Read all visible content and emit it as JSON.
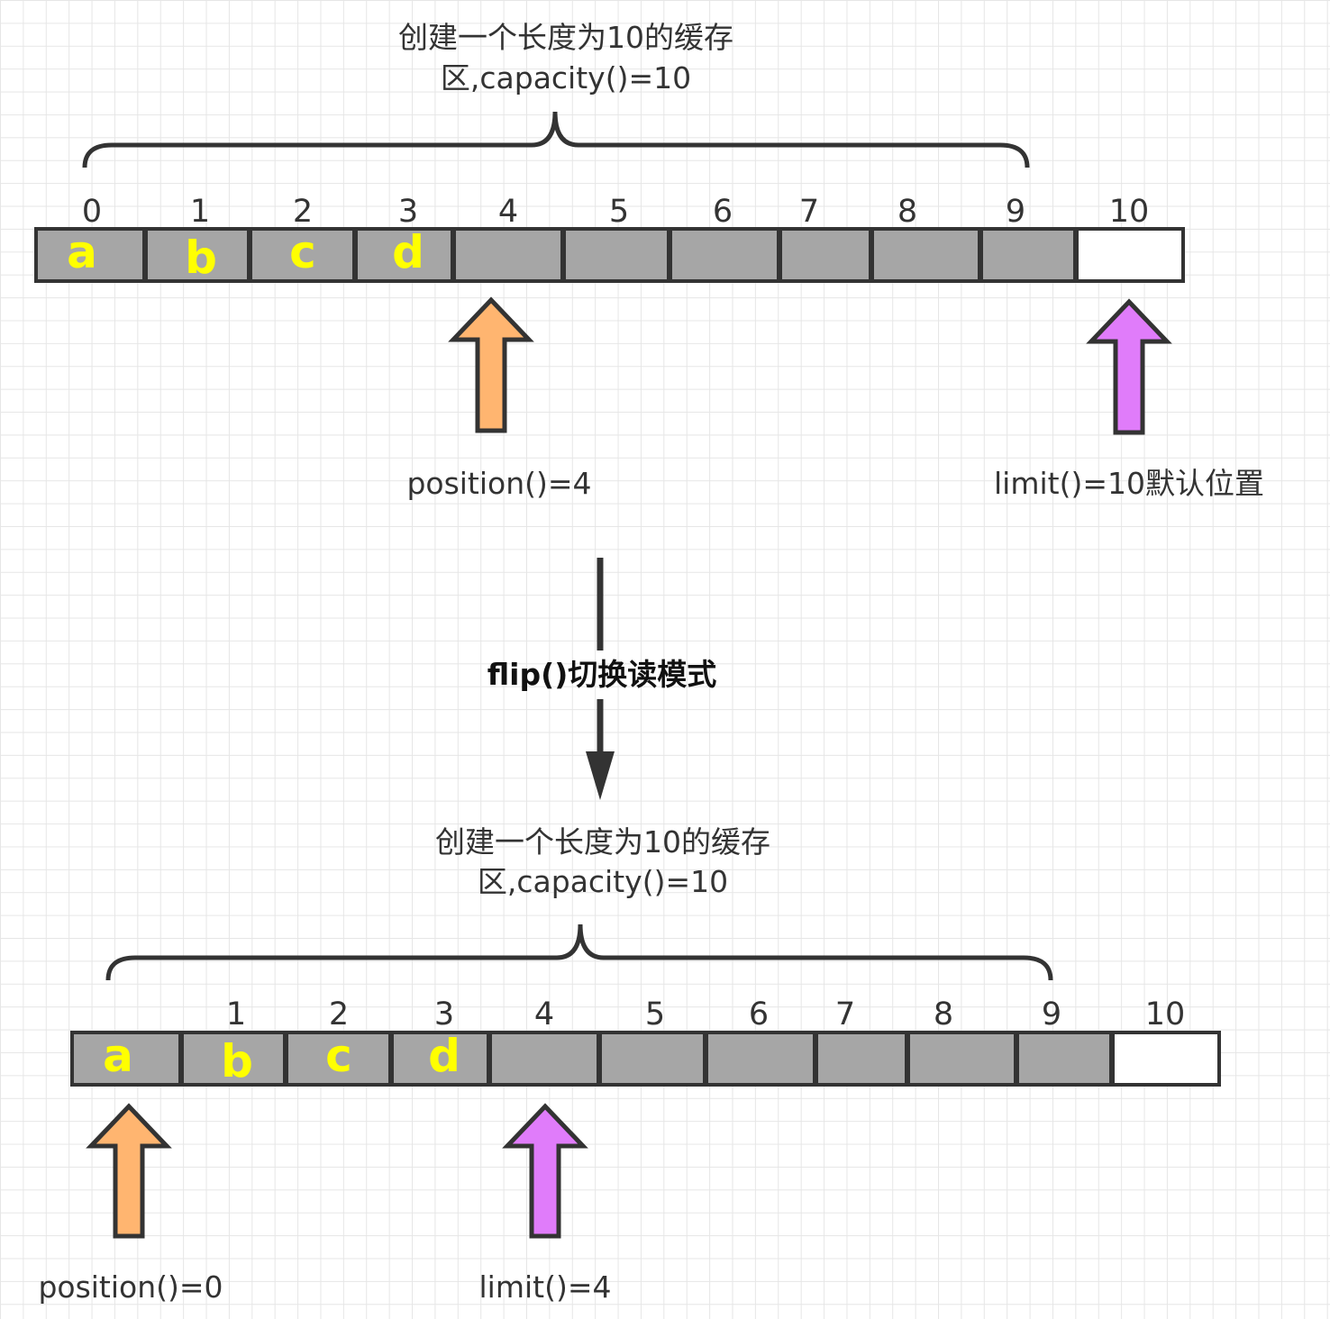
{
  "colors": {
    "cell_fill": "#a6a6a6",
    "cell_empty": "#ffffff",
    "cell_stroke": "#333333",
    "letter": "#ffff00",
    "position_arrow": "#ffb570",
    "limit_arrow": "#e07cfa",
    "text": "#333333"
  },
  "top": {
    "caption_line1": "创建一个长度为10的缓存",
    "caption_line2": "区,capacity()=10",
    "indices": [
      "0",
      "1",
      "2",
      "3",
      "4",
      "5",
      "6",
      "7",
      "8",
      "9",
      "10"
    ],
    "cells": [
      "a",
      "b",
      "c",
      "d",
      "",
      "",
      "",
      "",
      "",
      "",
      ""
    ],
    "position_label": "position()=4",
    "limit_label": "limit()=10默认位置",
    "position_index": 4,
    "limit_index": 10
  },
  "flip": {
    "label": "flip()切换读模式"
  },
  "bottom": {
    "caption_line1": "创建一个长度为10的缓存",
    "caption_line2": "区,capacity()=10",
    "indices": [
      "",
      "1",
      "2",
      "3",
      "4",
      "5",
      "6",
      "7",
      "8",
      "9",
      "10"
    ],
    "cells": [
      "a",
      "b",
      "c",
      "d",
      "",
      "",
      "",
      "",
      "",
      "",
      ""
    ],
    "position_label": "position()=0",
    "limit_label": "limit()=4",
    "position_index": 0,
    "limit_index": 4
  }
}
